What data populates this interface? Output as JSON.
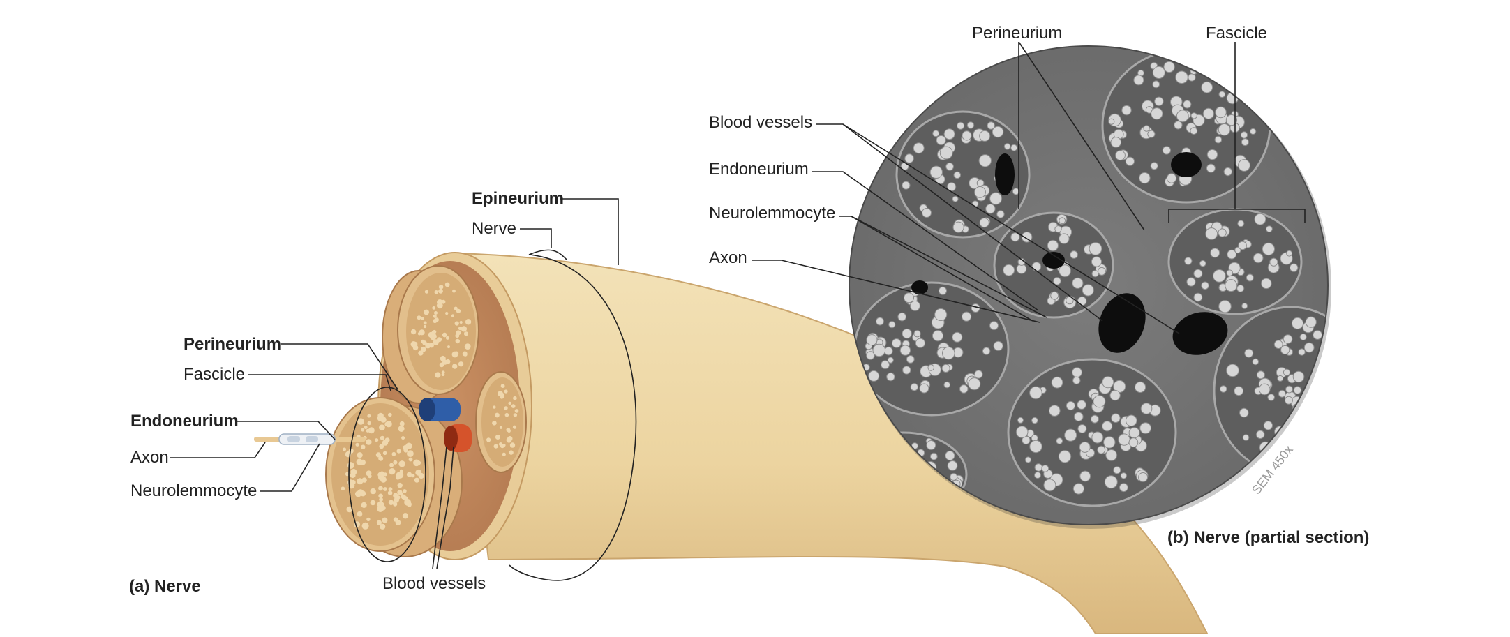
{
  "labels_a": {
    "epineurium": "Epineurium",
    "nerve": "Nerve",
    "perineurium": "Perineurium",
    "fascicle": "Fascicle",
    "endoneurium": "Endoneurium",
    "axon": "Axon",
    "neurolemmocyte": "Neurolemmocyte",
    "blood_vessels": "Blood vessels",
    "caption": "(a) Nerve"
  },
  "labels_b": {
    "perineurium": "Perineurium",
    "fascicle": "Fascicle",
    "blood_vessels": "Blood vessels",
    "endoneurium": "Endoneurium",
    "neurolemmocyte": "Neurolemmocyte",
    "axon": "Axon",
    "magnification": "SEM 450x",
    "caption": "(b) Nerve (partial section)"
  },
  "colors": {
    "nerve_sheath": "#ecd7a6",
    "nerve_shadow": "#c9a873",
    "fascicle_face": "#d9b57e",
    "vein": "#2f5ea8",
    "artery": "#d5532b",
    "sem_gray": "#8a8a8a"
  }
}
